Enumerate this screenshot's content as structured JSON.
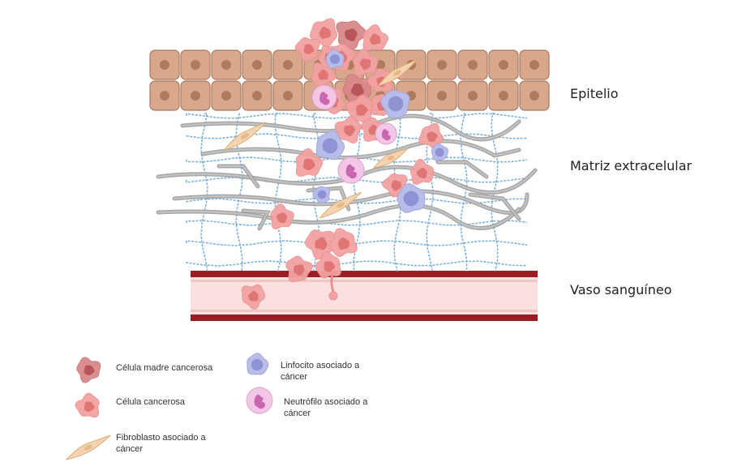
{
  "labels": {
    "epithelium": "Epitelio",
    "ecm": "Matriz extracelular",
    "vessel": "Vaso sanguíneo"
  },
  "legend": {
    "cancer_stem_cell": "Célula madre cancerosa",
    "cancer_cell": "Célula cancerosa",
    "fibroblast_line1": "Fibroblasto asociado a",
    "fibroblast_line2": "cáncer",
    "lymphocyte_line1": "Linfocito  asociado a",
    "lymphocyte_line2": "cáncer",
    "neutrophil_line1": "Neutrófilo asociado a",
    "neutrophil_line2": "cáncer"
  },
  "colors": {
    "epithelial_cell": "#d9a88c",
    "epithelial_nucleus": "#b07a5e",
    "cancer_cell": "#f2a2a2",
    "cancer_nucleus": "#e07575",
    "stem_cell": "#d9888a",
    "stem_nucleus": "#b85558",
    "lymphocyte": "#b8bce8",
    "lymphocyte_nucleus": "#8f93d3",
    "neutrophil": "#f3c6e6",
    "neutrophil_nucleus": "#c866b0",
    "fibroblast": "#f4d4b0",
    "collagen": "#9d9d9d",
    "mesh": "#6aa3d6",
    "vessel_wall": "#9c1c24",
    "vessel_lumen": "#fbe0e0"
  }
}
